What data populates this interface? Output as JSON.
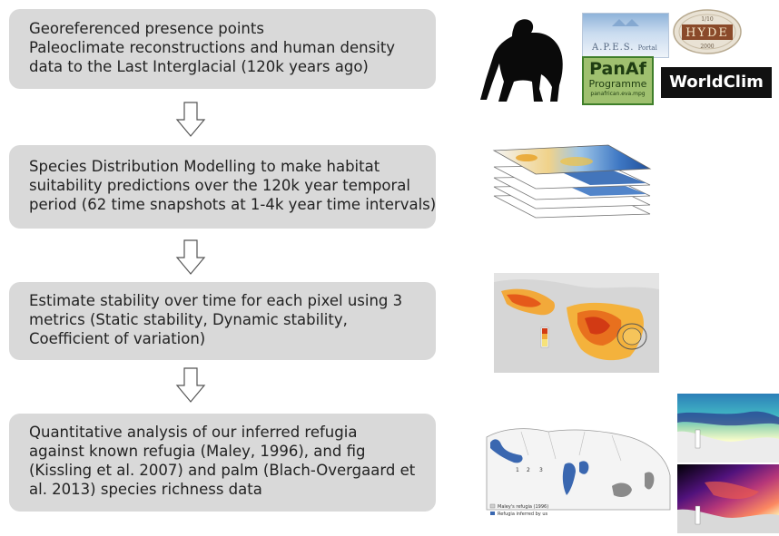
{
  "steps": [
    {
      "lines": [
        "Georeferenced presence points",
        "Paleoclimate reconstructions and human density",
        "data to the Last Interglacial (120k years ago)"
      ]
    },
    {
      "lines": [
        "Species Distribution Modelling to make habitat",
        "suitability predictions over the 120k year temporal",
        "period (62 time snapshots at 1-4k year time intervals)"
      ]
    },
    {
      "lines": [
        "Estimate stability over time for each pixel using 3",
        "metrics (Static stability, Dynamic stability,",
        "Coefficient of variation)"
      ]
    },
    {
      "lines": [
        "Quantitative analysis of our inferred refugia",
        "against known refugia (Maley, 1996), and fig",
        "(Kissling et al. 2007) and palm (Blach-Overgaard et",
        "al. 2013) species richness data"
      ]
    }
  ],
  "logos": {
    "apes": "A.P.E.S.",
    "apes_sub": "Portal",
    "hyde_top": "1/10",
    "hyde": "HYDE",
    "hyde_bottom": "2000",
    "panaf_1": "PanAf",
    "panaf_2": "Programme",
    "panaf_3": "panafrican.eva.mpg",
    "worldclim": "WorldClim"
  },
  "map_legend": {
    "maley": "Maley's refugia (1996)",
    "inferred": "Refugia inferred by us"
  },
  "colors": {
    "box": "#d9d9d9",
    "text": "#222222",
    "refugia_blue": "#3a67b0",
    "maley_grey": "#8a8a8a",
    "panaf_green": "#9fc06f",
    "suitability_orange": "#f0a020"
  }
}
